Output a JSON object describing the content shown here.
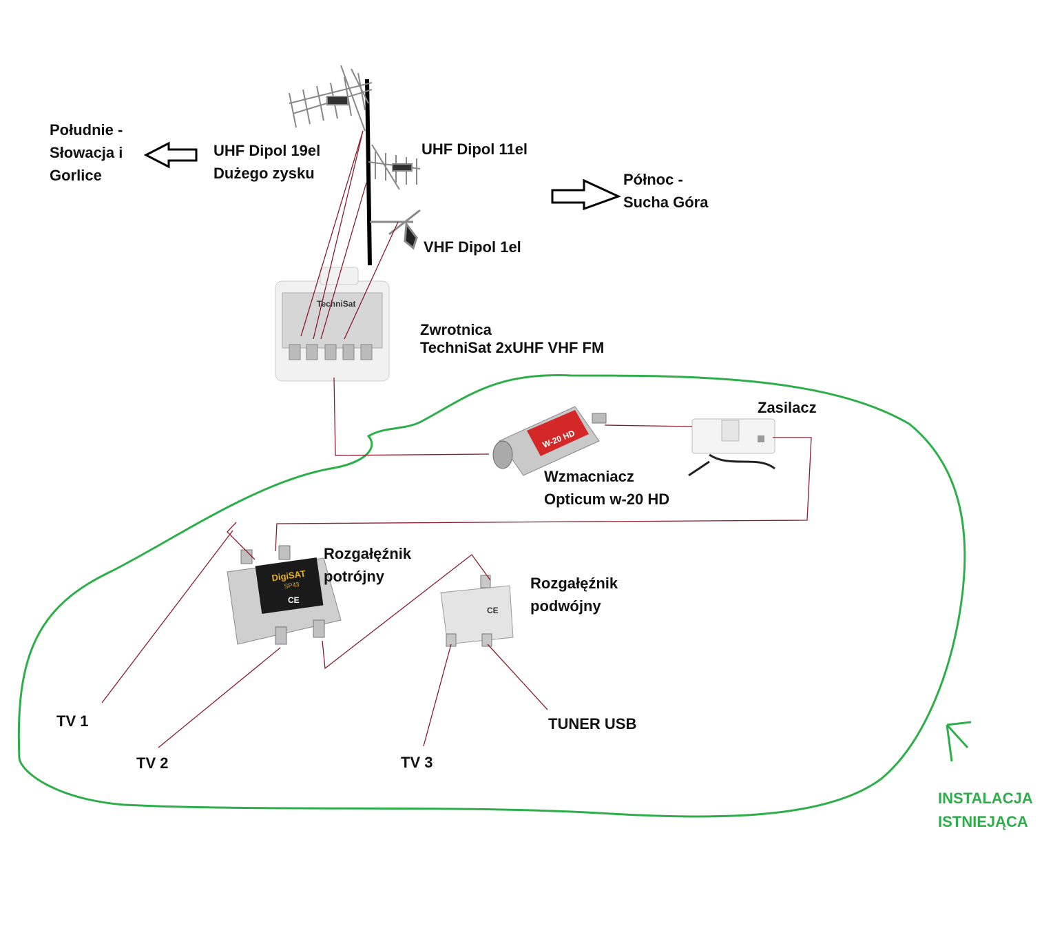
{
  "labels": {
    "south": "Południe -\nSłowacja i\nGorlice",
    "uhf19": "UHF Dipol 19el\nDużego zysku",
    "uhf11": "UHF Dipol 11el",
    "north": "Północ -\nSucha Góra",
    "vhf1": "VHF Dipol 1el",
    "combiner": "Zwrotnica\nTechniSat 2xUHF VHF FM",
    "power": "Zasilacz",
    "amplifier": "Wzmacniacz\nOpticum w-20 HD",
    "splitter3": "Rozgałęźnik\npotrójny",
    "splitter2": "Rozgałęźnik\npodwójny",
    "tv1": "TV 1",
    "tv2": "TV 2",
    "tv3": "TV 3",
    "tuner": "TUNER USB",
    "existing": "INSTALACJA\nISTNIEJĄCA"
  },
  "device_text": {
    "combiner_brand": "TechniSat",
    "amp_model": "W-20 HD",
    "splitter3_brand": "DigiSAT",
    "splitter3_model": "SP43",
    "ce": "CE"
  },
  "colors": {
    "cable": "#8b1a2b",
    "installation": "#2eae4a",
    "text": "#111111",
    "mast": "#000000"
  }
}
